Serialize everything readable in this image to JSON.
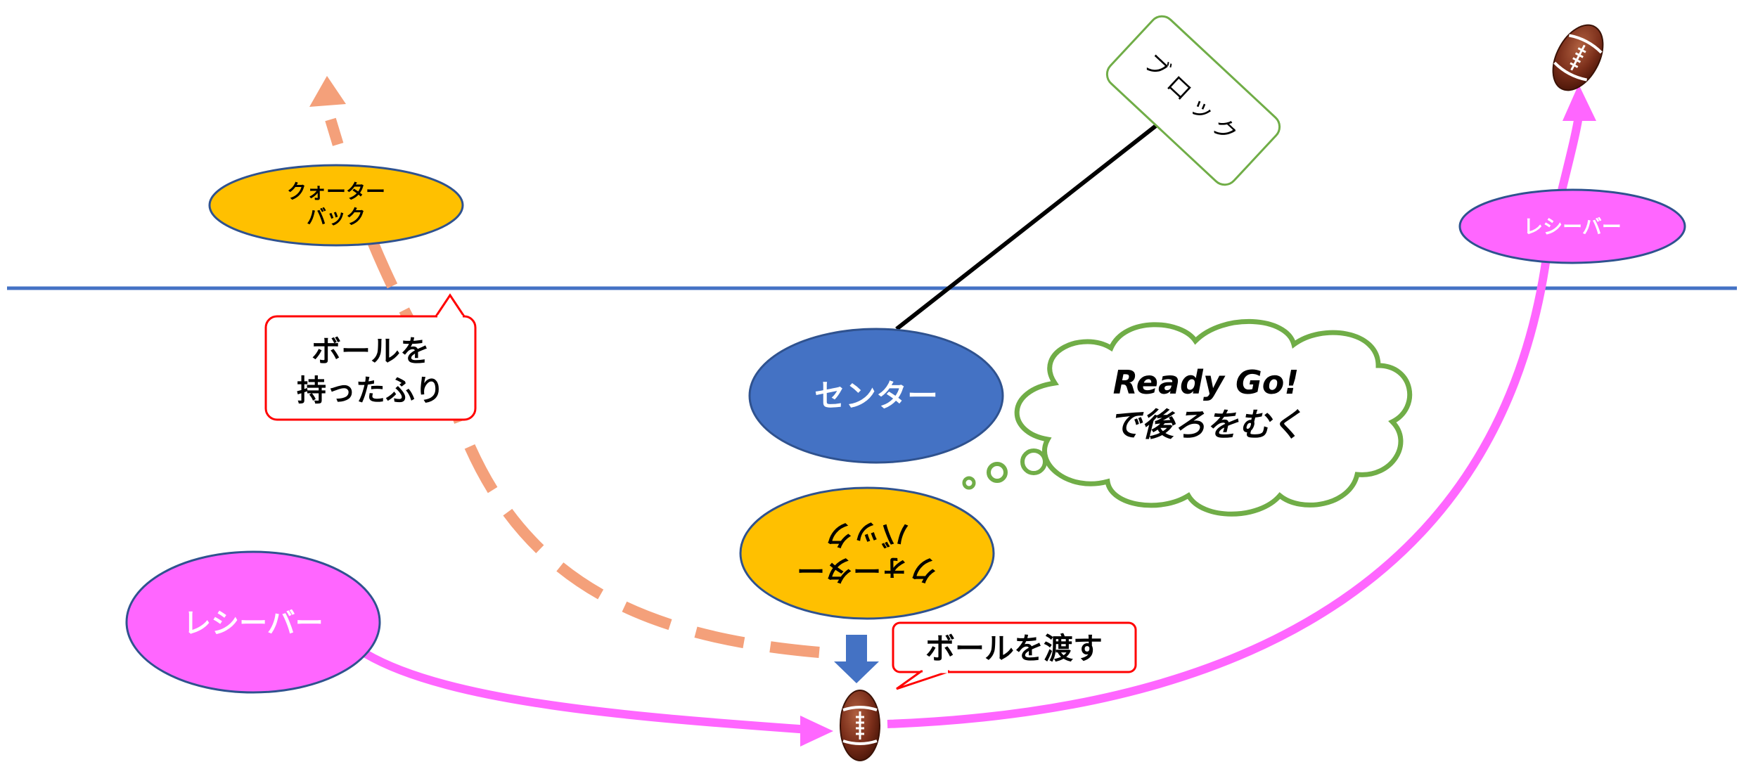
{
  "scrimmage_line": {
    "color": "#4472C4"
  },
  "players": {
    "quarterback_top": {
      "lines": [
        "クォーター",
        "バック"
      ],
      "fill": "#FFC000"
    },
    "receiver_top_right": {
      "label": "レシーバー",
      "fill": "#FF66FF"
    },
    "center": {
      "label": "センター",
      "fill": "#4472C4"
    },
    "quarterback_bottom": {
      "lines": [
        "クォーター",
        "バック"
      ],
      "fill": "#FFC000",
      "rotated": "upside-down"
    },
    "receiver_bottom_left": {
      "label": "レシーバー",
      "fill": "#FF66FF"
    }
  },
  "callouts": {
    "fake": {
      "lines": [
        "ボールを",
        "持ったふり"
      ],
      "border": "#FF0000"
    },
    "handoff": {
      "text": "ボールを渡す",
      "border": "#FF0000"
    },
    "thought": {
      "lines": [
        "Ready Go!",
        "で後ろをむく"
      ],
      "border": "#70AD47"
    },
    "block_sign": {
      "text": "ブロック",
      "border": "#70AD47"
    }
  },
  "routes": {
    "qb_fake_path": {
      "color": "#F4A07A",
      "style": "dashed"
    },
    "receiver_path": {
      "color": "#FF66FF",
      "style": "solid"
    },
    "handoff_arrow": {
      "color": "#4472C4"
    }
  },
  "icons": [
    "football-icon",
    "football-icon"
  ]
}
